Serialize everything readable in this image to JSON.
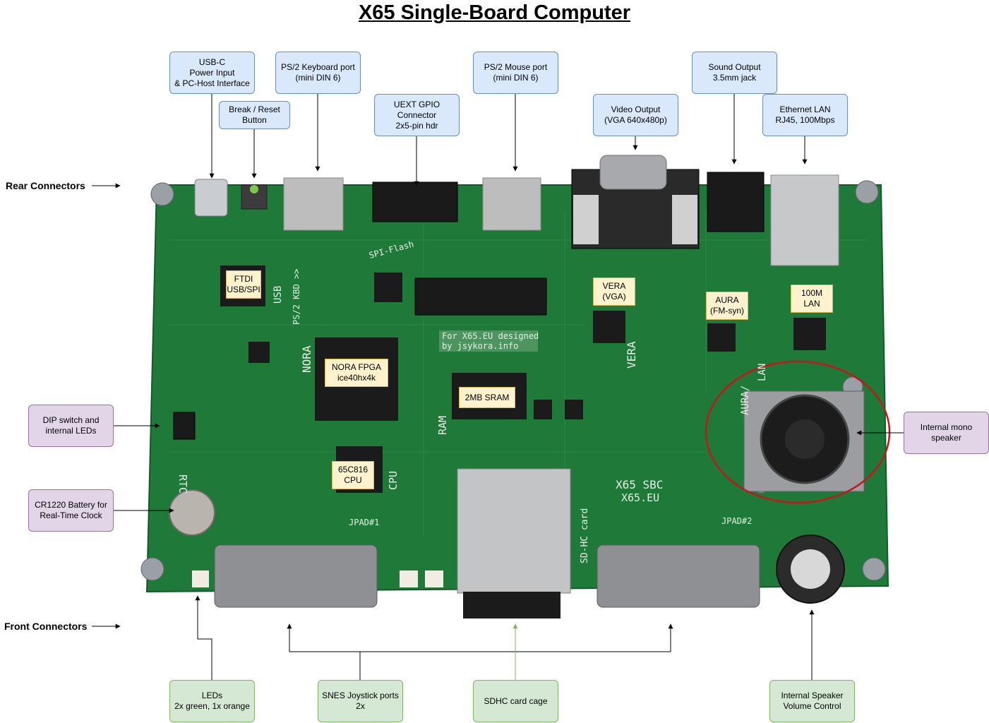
{
  "title": "X65 Single-Board Computer",
  "side_labels": {
    "rear": "Rear Connectors",
    "front": "Front Connectors"
  },
  "callouts": {
    "usbc": "USB-C\nPower Input\n& PC-Host Interface",
    "reset": "Break / Reset\nButton",
    "ps2kbd": "PS/2 Keyboard port\n(mini DIN 6)",
    "uext": "UEXT GPIO\nConnector\n2x5-pin hdr",
    "ps2mouse": "PS/2 Mouse port\n(mini DIN 6)",
    "video": "Video Output\n(VGA 640x480p)",
    "sound": "Sound Output\n3.5mm jack",
    "ethernet": "Ethernet LAN\nRJ45, 100Mbps",
    "dip": "DIP switch and\ninternal LEDs",
    "battery": "CR1220 Battery for\nReal-Time Clock",
    "speaker": "Internal mono\nspeaker",
    "leds": "LEDs\n2x green, 1x orange",
    "snes": "SNES Joystick ports\n2x",
    "sdhc": "SDHC card cage",
    "volume": "Internal Speaker\nVolume Control"
  },
  "chips": {
    "ftdi": "FTDI\nUSB/SPI",
    "nora": "NORA FPGA\nice40hx4k",
    "sram": "2MB SRAM",
    "cpu": "65C816\nCPU",
    "vera": "VERA\n(VGA)",
    "aura": "AURA\n(FM-syn)",
    "lan": "100M\nLAN"
  },
  "silkscreen": {
    "designed": "For X65.EU designed",
    "by": "by jsykora.info",
    "sbc": "X65 SBC",
    "eu": "X65.EU",
    "nora": "NORA",
    "vera": "VERA",
    "ram": "RAM",
    "cpu": "CPU",
    "usb": "USB",
    "ps2kbd": "PS/2 KBD >>",
    "rtc": "RTC",
    "jpad1": "JPAD#1",
    "jpad2": "JPAD#2",
    "sdhc": "SD-HC card",
    "spiflash": "SPI-Flash",
    "aura": "AURA/",
    "lan": "LAN"
  },
  "colors": {
    "pcb": "#1f7a3a",
    "callout_blue": "#dae8fc",
    "callout_purple": "#e1d5e7",
    "callout_green": "#d5e8d4",
    "chip_label": "#fff2cc"
  }
}
